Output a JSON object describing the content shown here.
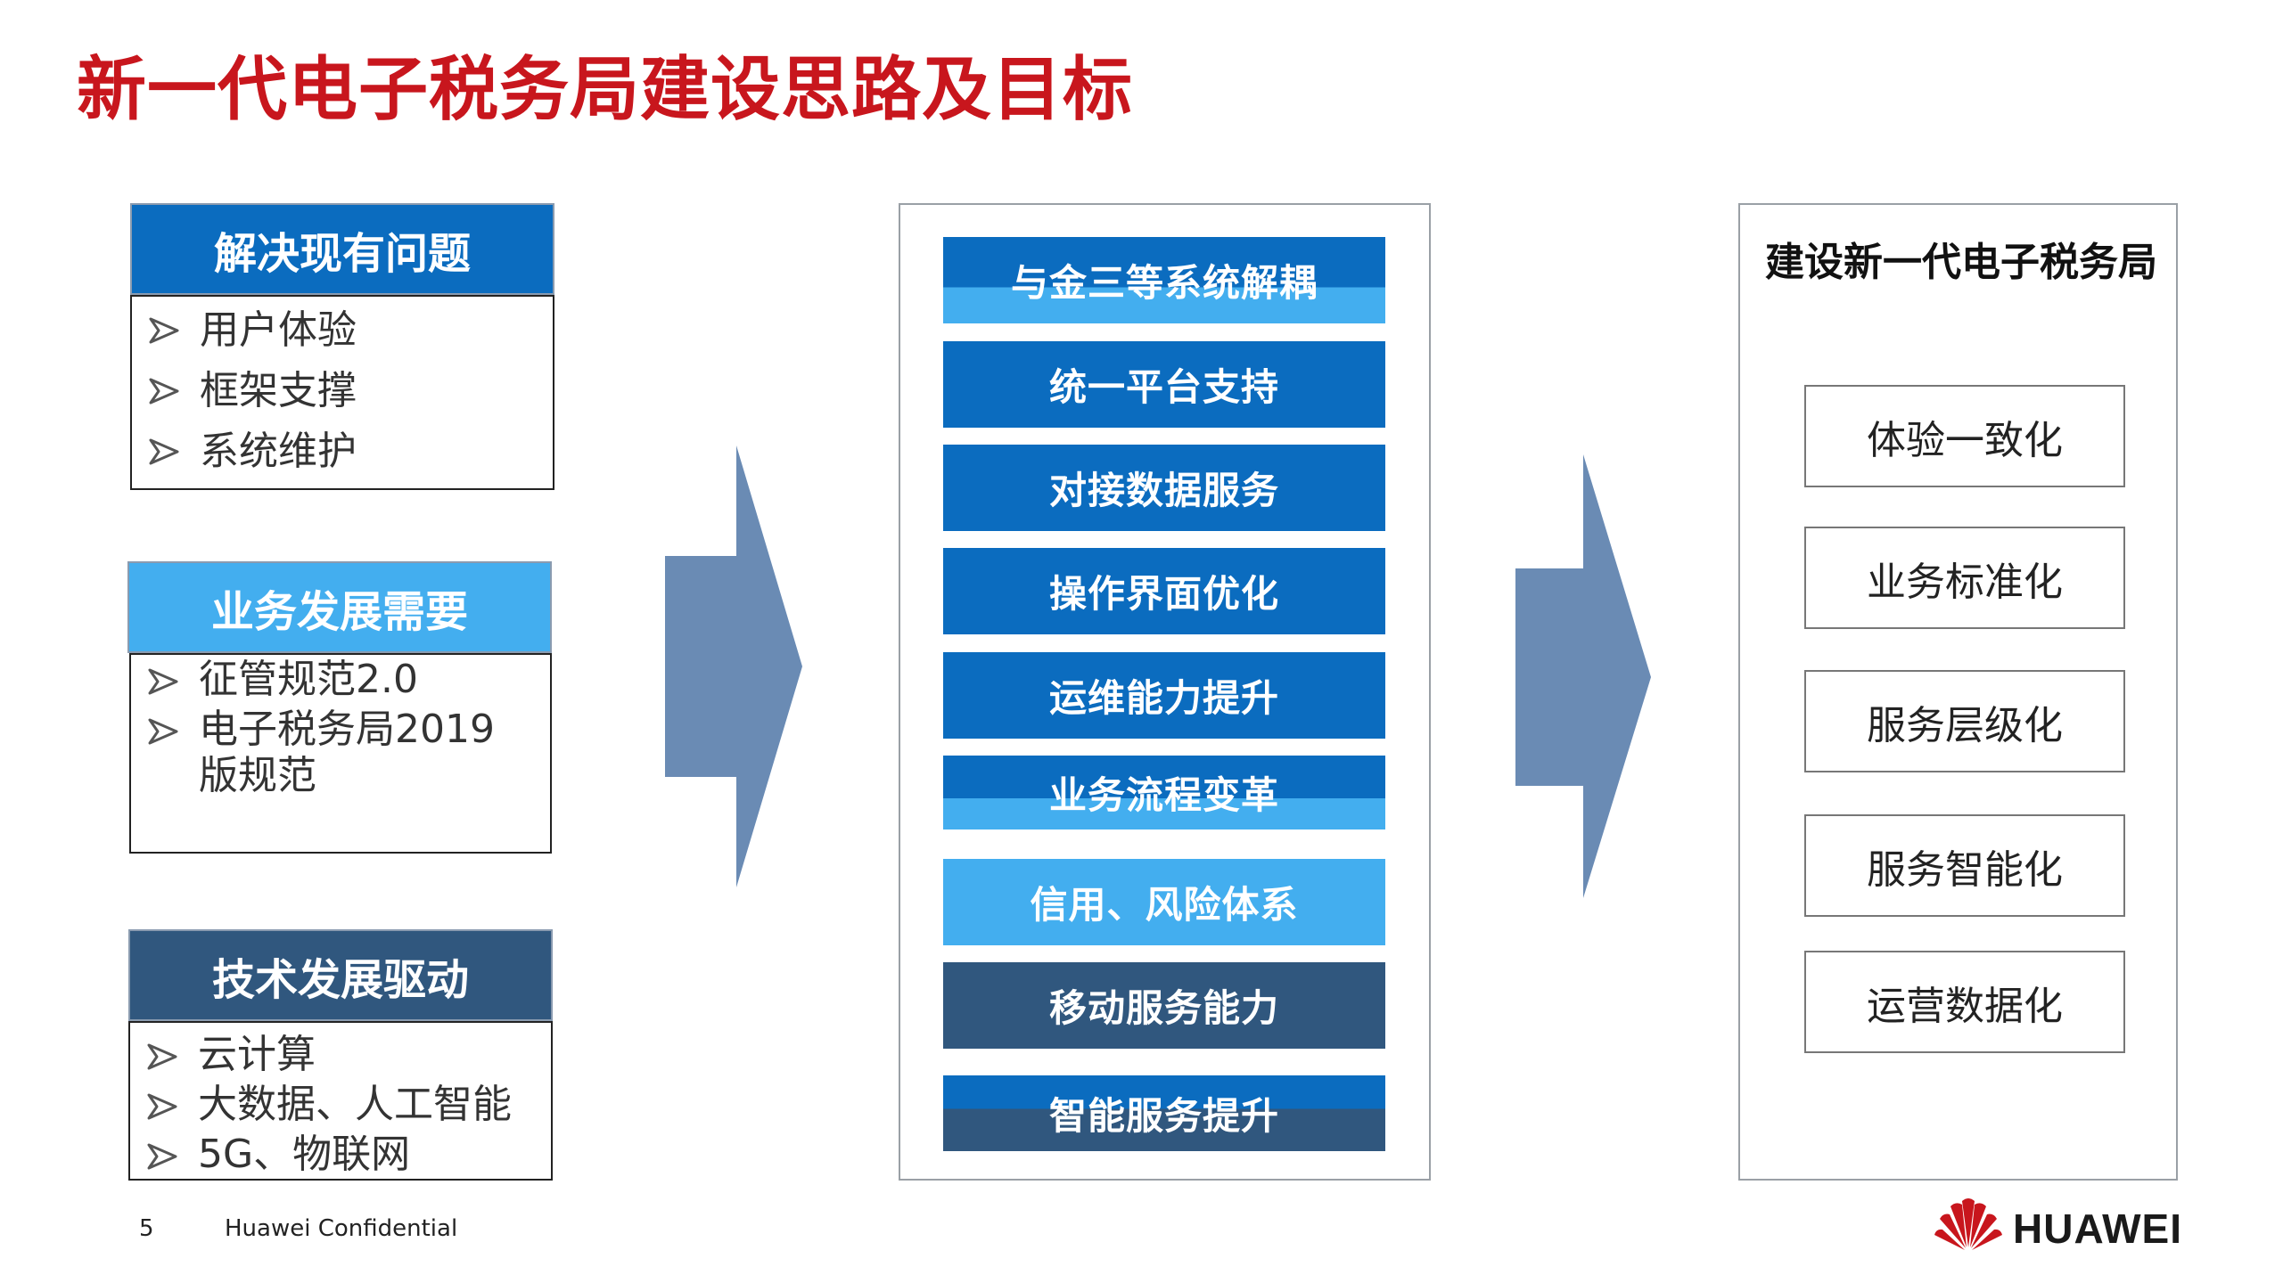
{
  "title": "新一代电子税务局建设思路及目标",
  "left": {
    "boxes": [
      {
        "header": "解决现有问题",
        "header_color": "#0b6cbf",
        "items": [
          "用户体验",
          "框架支撑",
          "系统维护"
        ]
      },
      {
        "header": "业务发展需要",
        "header_color": "#43aeef",
        "items": [
          "征管规范2.0",
          "电子税务局2019版规范"
        ]
      },
      {
        "header": "技术发展驱动",
        "header_color": "#30577e",
        "items": [
          "云计算",
          "大数据、人工智能",
          "5G、物联网"
        ]
      }
    ]
  },
  "middle": {
    "items": [
      "与金三等系统解耦",
      "统一平台支持",
      "对接数据服务",
      "操作界面优化",
      "运维能力提升",
      "业务流程变革",
      "信用、风险体系",
      "移动服务能力",
      "智能服务提升"
    ]
  },
  "right": {
    "title": "建设新一代电子税务局",
    "goals": [
      "体验一致化",
      "业务标准化",
      "服务层级化",
      "服务智能化",
      "运营数据化"
    ]
  },
  "footer": {
    "page_number": "5",
    "confidential": "Huawei Confidential",
    "logo_text": "HUAWEI"
  },
  "colors": {
    "title_red": "#c8161d",
    "blue": "#0b6cbf",
    "light_blue": "#43aeef",
    "dark_blue": "#30577e",
    "arrow": "#6a8bb4"
  }
}
